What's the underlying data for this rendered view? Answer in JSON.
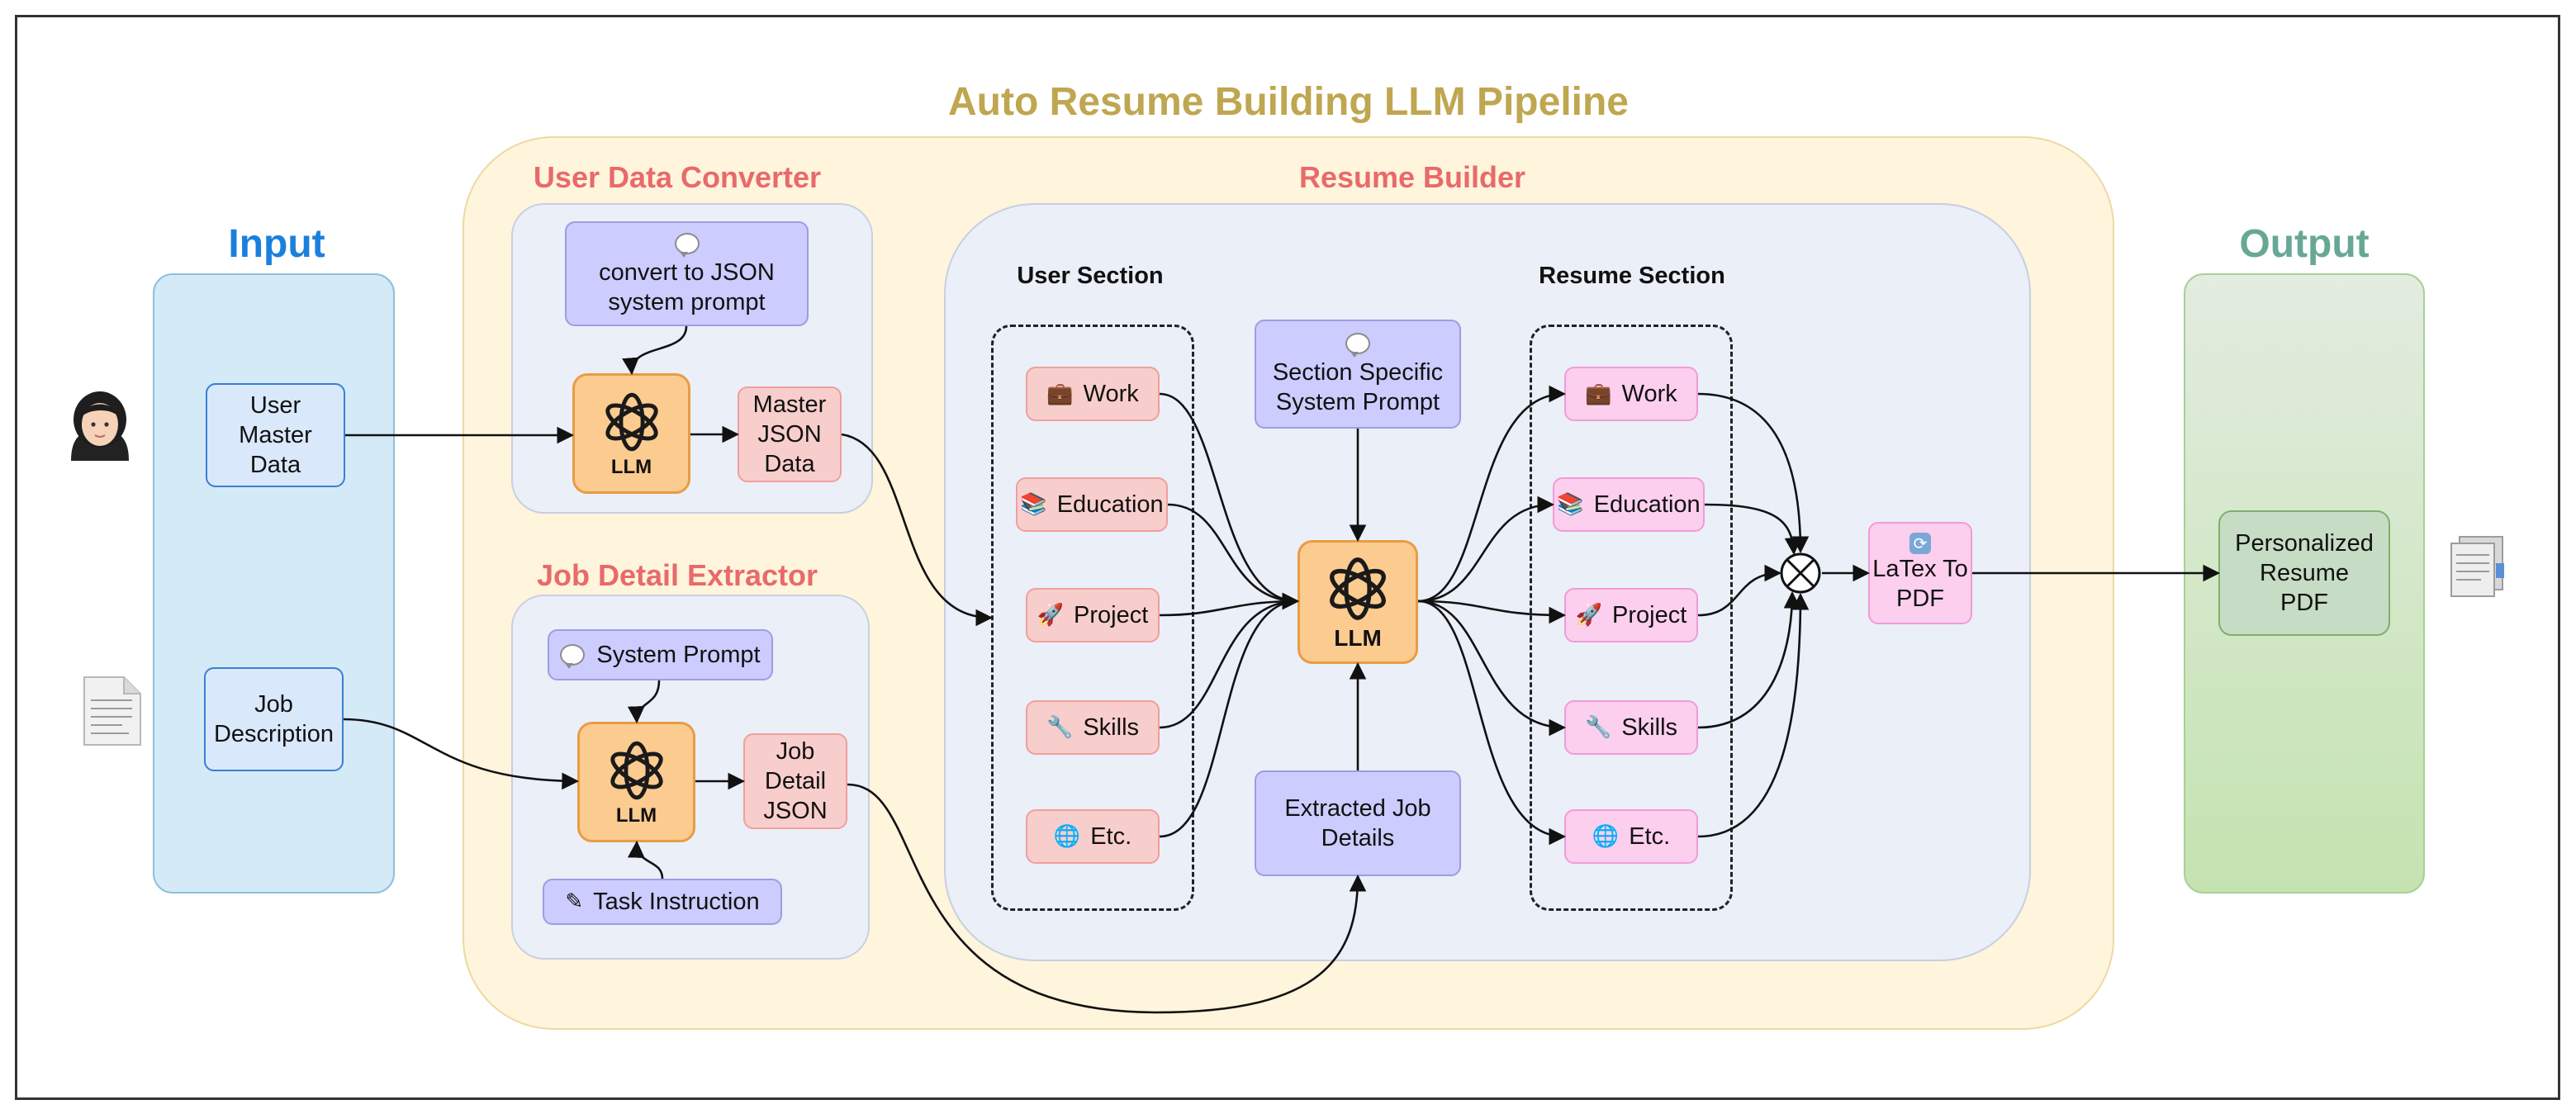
{
  "title": "Auto Resume Building LLM Pipeline",
  "colors": {
    "title": "#bfa650",
    "section_titles": "#e86a6a",
    "input_title": "#1b7fdc",
    "output_title": "#67a895"
  },
  "input": {
    "title": "Input",
    "user_master_data": "User\nMaster\nData",
    "job_description": "Job\nDescription"
  },
  "user_data_converter": {
    "title": "User Data Converter",
    "prompt": "convert to JSON\nsystem prompt",
    "llm": "LLM",
    "master_json": "Master\nJSON\nData"
  },
  "job_detail_extractor": {
    "title": "Job Detail Extractor",
    "system_prompt": "System Prompt",
    "llm": "LLM",
    "job_detail_json": "Job\nDetail\nJSON",
    "task_instruction": "Task Instruction"
  },
  "resume_builder": {
    "title": "Resume Builder",
    "user_section_title": "User Section",
    "resume_section_title": "Resume Section",
    "section_prompt": "Section Specific\nSystem Prompt",
    "llm": "LLM",
    "extracted_job_details": "Extracted Job\nDetails",
    "user_items": [
      {
        "label": "Work",
        "icon": "briefcase-icon"
      },
      {
        "label": "Education",
        "icon": "books-icon"
      },
      {
        "label": "Project",
        "icon": "rocket-icon"
      },
      {
        "label": "Skills",
        "icon": "wrench-icon"
      },
      {
        "label": "Etc.",
        "icon": "globe-icon"
      }
    ],
    "resume_items": [
      {
        "label": "Work",
        "icon": "briefcase-icon"
      },
      {
        "label": "Education",
        "icon": "books-icon"
      },
      {
        "label": "Project",
        "icon": "rocket-icon"
      },
      {
        "label": "Skills",
        "icon": "wrench-icon"
      },
      {
        "label": "Etc.",
        "icon": "globe-icon"
      }
    ]
  },
  "latex_to_pdf": "LaTex To\nPDF",
  "output": {
    "title": "Output",
    "personalized_resume": "Personalized\nResume\nPDF"
  }
}
